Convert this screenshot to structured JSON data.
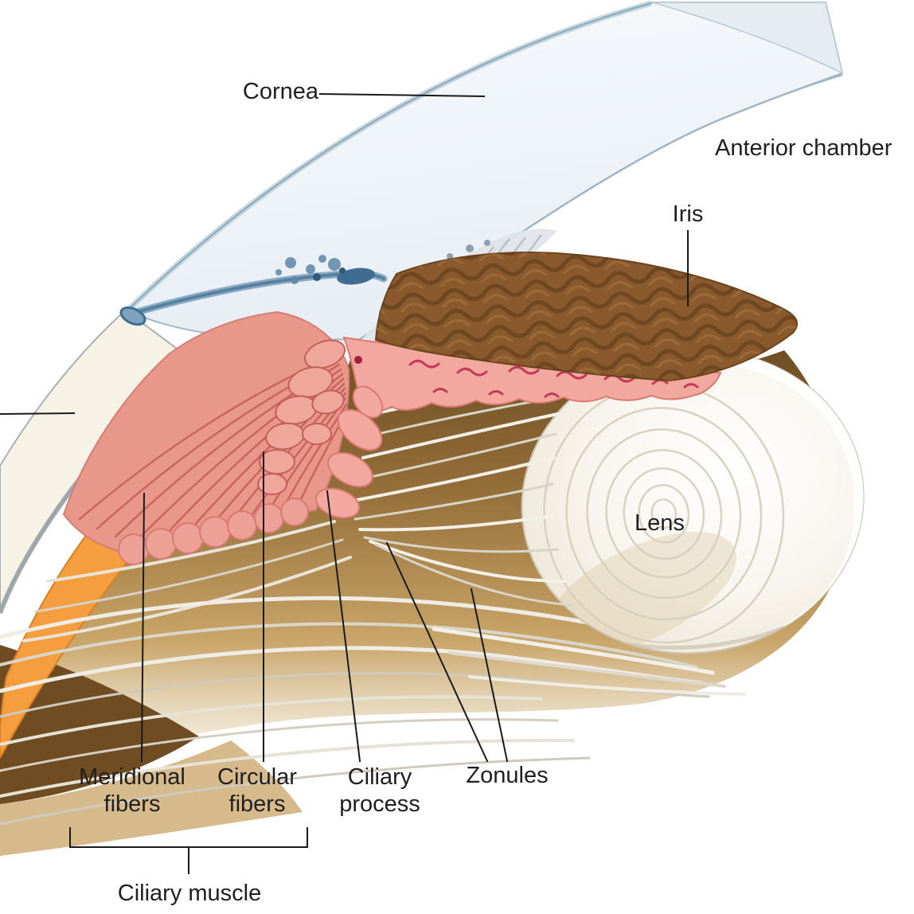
{
  "labels": {
    "cornea": "Cornea",
    "anterior_chamber": "Anterior chamber",
    "iris": "Iris",
    "lens": "Lens",
    "meridional_fibers": "Meridional fibers",
    "circular_fibers": "Circular fibers",
    "ciliary_process": "Ciliary process",
    "zonules": "Zonules",
    "ciliary_muscle": "Ciliary muscle"
  },
  "colors": {
    "background": "#ffffff",
    "label_text": "#1f1f1f",
    "leader_line": "#1a1a1a",
    "cornea_fill": "#eef3f8",
    "cornea_edge": "#9fb6c6",
    "sclera_fill": "#f7f2e6",
    "choroid_orange": "#f59e3f",
    "muscle_pink": "#e9968b",
    "muscle_striation": "#c05a52",
    "ciliary_pink": "#f2a89e",
    "vessel_red": "#c23a58",
    "iris_brown": "#8a5a2e",
    "iris_texture": "#5e3a17",
    "lens_fill": "#f7f4ec",
    "lens_ring": "#d8d0be",
    "zonule_light": "#f0ede4",
    "zonule_dark": "#cfcabd",
    "tan_background": "#96703a",
    "limbus_blue": "#6f94b2"
  }
}
